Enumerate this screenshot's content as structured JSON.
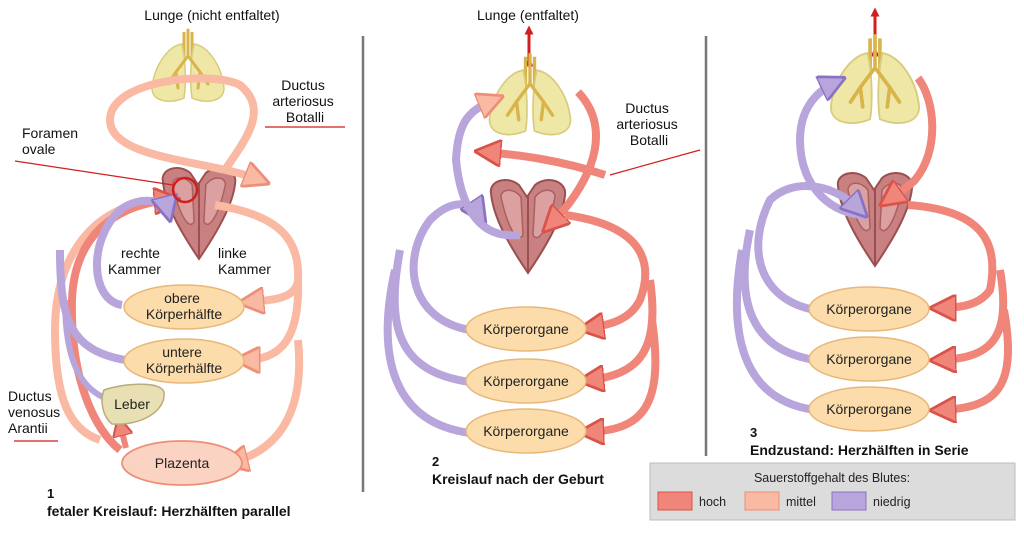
{
  "panels": [
    {
      "number": "1",
      "caption": "fetaler Kreislauf: Herzhälften parallel",
      "lung_label": "Lunge (nicht entfaltet)",
      "labels": {
        "ductus_arteriosus": [
          "Ductus",
          "arteriosus",
          "Botalli"
        ],
        "foramen": [
          "Foramen",
          "ovale"
        ],
        "right_ventricle": [
          "rechte",
          "Kammer"
        ],
        "left_ventricle": [
          "linke",
          "Kammer"
        ],
        "ductus_venosus": [
          "Ductus",
          "venosus",
          "Arantii"
        ]
      },
      "organs": [
        [
          "obere",
          "Körperhälfte"
        ],
        [
          "untere",
          "Körperhälfte"
        ]
      ],
      "liver": "Leber",
      "placenta": "Plazenta"
    },
    {
      "number": "2",
      "caption": "Kreislauf nach der Geburt",
      "lung_label": "Lunge (entfaltet)",
      "labels": {
        "ductus_arteriosus": [
          "Ductus",
          "arteriosus",
          "Botalli"
        ]
      },
      "organs": [
        "Körperorgane",
        "Körperorgane",
        "Körperorgane"
      ]
    },
    {
      "number": "3",
      "caption": "Endzustand: Herzhälften in Serie",
      "organs": [
        "Körperorgane",
        "Körperorgane",
        "Körperorgane"
      ]
    }
  ],
  "legend": {
    "title": "Sauerstoffgehalt des Blutes:",
    "items": [
      {
        "label": "hoch",
        "color": "#f0857a"
      },
      {
        "label": "mittel",
        "color": "#f9b9a2"
      },
      {
        "label": "niedrig",
        "color": "#b7a5dc"
      }
    ]
  },
  "colors": {
    "high": "#f0857a",
    "high_edge": "#d9534a",
    "mid": "#f9b9a2",
    "mid_edge": "#ee8e78",
    "low": "#b7a5dc",
    "low_edge": "#8a72c3",
    "organ_fill": "#fbdcaa",
    "organ_edge": "#e8b77a",
    "lung": "#efe7a6",
    "heart": "#c98080",
    "divider": "#777777",
    "accent_red": "#d11f1f"
  }
}
